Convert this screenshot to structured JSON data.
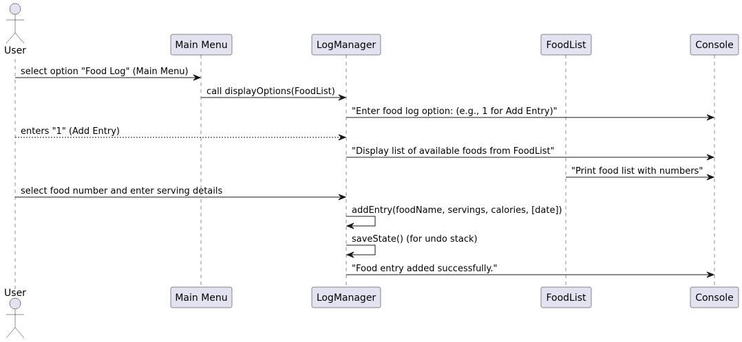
{
  "participants": [
    {
      "id": "user",
      "label": "User",
      "kind": "actor"
    },
    {
      "id": "mainmenu",
      "label": "Main Menu",
      "kind": "participant"
    },
    {
      "id": "logmanager",
      "label": "LogManager",
      "kind": "participant"
    },
    {
      "id": "foodlist",
      "label": "FoodList",
      "kind": "participant"
    },
    {
      "id": "console",
      "label": "Console",
      "kind": "participant"
    }
  ],
  "messages": [
    {
      "from": "user",
      "to": "mainmenu",
      "label": "select option \"Food Log\" (Main Menu)",
      "style": "solid"
    },
    {
      "from": "mainmenu",
      "to": "logmanager",
      "label": "call displayOptions(FoodList)",
      "style": "solid"
    },
    {
      "from": "logmanager",
      "to": "console",
      "label": "\"Enter food log option: (e.g., 1 for Add Entry)\"",
      "style": "solid"
    },
    {
      "from": "user",
      "to": "logmanager",
      "label": "enters \"1\" (Add Entry)",
      "style": "dashed"
    },
    {
      "from": "logmanager",
      "to": "console",
      "label": "\"Display list of available foods from FoodList\"",
      "style": "solid"
    },
    {
      "from": "foodlist",
      "to": "console",
      "label": "\"Print food list with numbers\"",
      "style": "solid"
    },
    {
      "from": "user",
      "to": "logmanager",
      "label": "select food number and enter serving details",
      "style": "solid"
    },
    {
      "from": "logmanager",
      "to": "logmanager",
      "label": "addEntry(foodName, servings, calories, [date])",
      "style": "solid"
    },
    {
      "from": "logmanager",
      "to": "logmanager",
      "label": "saveState() (for undo stack)",
      "style": "solid"
    },
    {
      "from": "logmanager",
      "to": "console",
      "label": "\"Food entry added successfully.\"",
      "style": "solid"
    }
  ],
  "colors": {
    "participant_fill": "#E2E2F0",
    "stroke": "#181818"
  }
}
